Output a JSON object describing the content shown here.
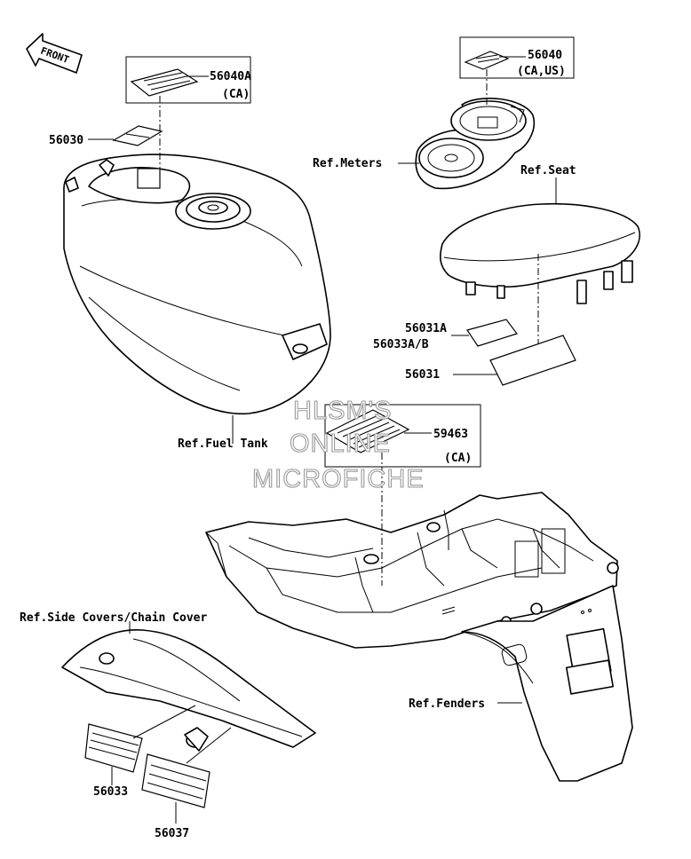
{
  "diagram": {
    "front_arrow": "FRONT",
    "watermark": [
      "HLSM'S",
      "ONLINE",
      "MICROFICHE"
    ],
    "labels": {
      "p56040A": "56040A",
      "p56040A_ca": "(CA)",
      "p56030": "56030",
      "p56040": "56040",
      "p56040_caus": "(CA,US)",
      "ref_meters": "Ref.Meters",
      "ref_seat": "Ref.Seat",
      "p56031A": "56031A",
      "p56033AB": "56033A/B",
      "p56031": "56031",
      "p59463": "59463",
      "p59463_ca": "(CA)",
      "ref_fuel_tank": "Ref.Fuel Tank",
      "ref_side_covers": "Ref.Side Covers/Chain Cover",
      "ref_fenders": "Ref.Fenders",
      "p56033": "56033",
      "p56037": "56037"
    },
    "colors": {
      "line": "#000000",
      "watermark_outline": "#9a9a9a"
    }
  }
}
